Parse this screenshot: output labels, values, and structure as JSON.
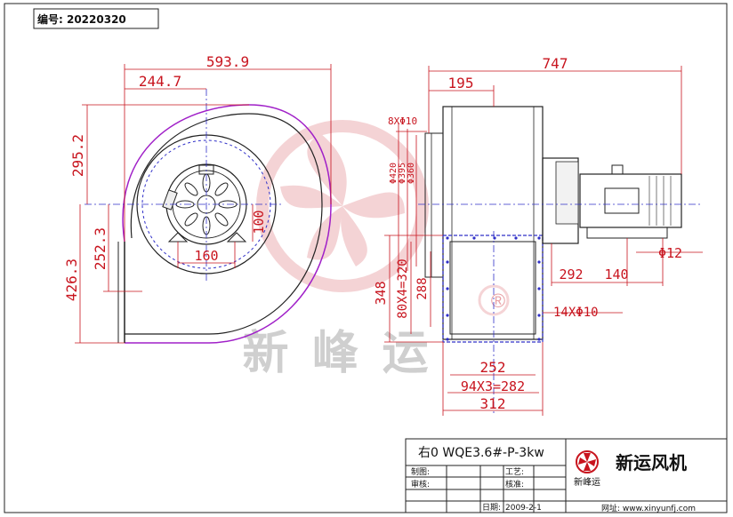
{
  "drawing_number": "编号: 20220320",
  "left_view": {
    "dim_width": "593.9",
    "dim_inlet_offset": "244.7",
    "dim_top_height": "295.2",
    "dim_mid_height": "252.3",
    "dim_total_height": "426.3",
    "dim_hub_height": "100",
    "dim_hub_width": "160"
  },
  "right_view": {
    "dim_length": "747",
    "dim_shaft_offset": "195",
    "flange_holes": "8XΦ10",
    "dia_420": "Φ420",
    "dia_395": "Φ395",
    "dia_360": "Φ360",
    "dim_outlet_h": "348",
    "dim_outlet_pitch_v": "80X4=320",
    "dim_outlet_inner_h": "288",
    "dim_motor_292": "292",
    "dim_motor_140": "140",
    "shaft_dia": "Φ12",
    "outlet_holes": "14XΦ10",
    "dim_outlet_inner_w": "252",
    "dim_outlet_pitch_h": "94X3=282",
    "dim_outlet_w": "312"
  },
  "watermark": {
    "brand_text": "新 峰 运",
    "registered": "®"
  },
  "title_block": {
    "model": "右0  WQE3.6#-P-3kw",
    "label_drafted": "制图:",
    "label_process": "工艺:",
    "label_checked": "审核:",
    "label_approved": "核准:",
    "label_date": "日期:",
    "date": "2009-2-1",
    "company": "新运风机",
    "logo_text": "新峰运",
    "website": "网址: www.xinyunfj.com"
  },
  "colors": {
    "dimension": "#c8141e",
    "outline": "#222222",
    "purple": "#a020c8",
    "blue": "#3030c8",
    "watermark": "#e8a0a4"
  }
}
